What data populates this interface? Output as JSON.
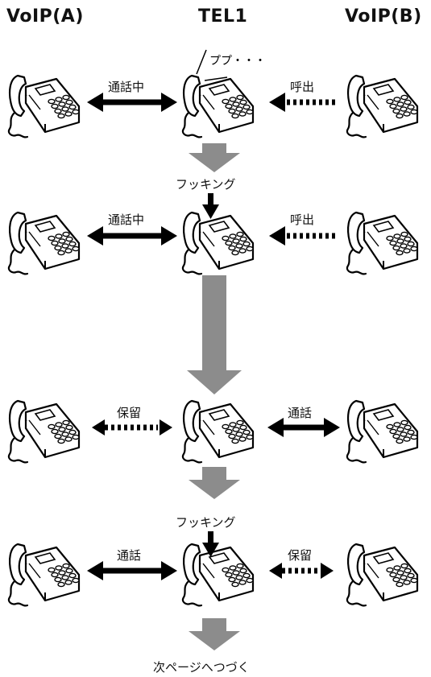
{
  "headers": {
    "left": "VoIP(A)",
    "center": "TEL1",
    "right": "VoIP(B)"
  },
  "phone_icon": "telephone-icon",
  "annotations": {
    "ring_sound": "ププ・・・"
  },
  "rows": [
    {
      "left_label": "通話中",
      "left_style": "solid",
      "right_label": "呼出",
      "right_style": "dashed",
      "right_direction": "left"
    },
    {
      "left_label": "通話中",
      "left_style": "solid",
      "right_label": "呼出",
      "right_style": "dashed",
      "right_direction": "left"
    },
    {
      "left_label": "保留",
      "left_style": "dashed",
      "right_label": "通話",
      "right_style": "solid",
      "right_direction": "both"
    },
    {
      "left_label": "通話",
      "left_style": "solid",
      "right_label": "保留",
      "right_style": "dashed",
      "right_direction": "both"
    }
  ],
  "steps": {
    "hook1": "フッキング",
    "hook2": "フッキング"
  },
  "footer": "次ページへつづく",
  "colors": {
    "flow_arrow": "#8c8c8c",
    "line": "#000000"
  }
}
